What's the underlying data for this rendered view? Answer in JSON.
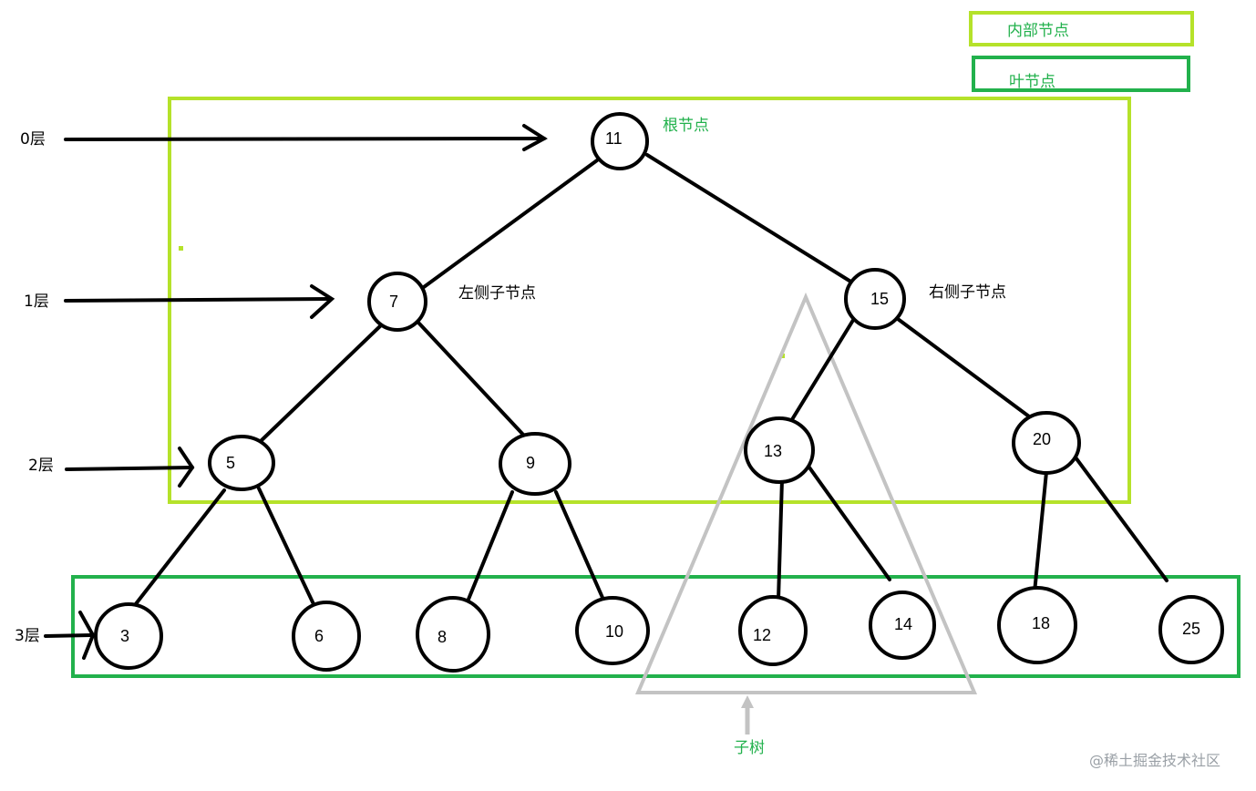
{
  "legend": {
    "internal_label": "内部节点",
    "leaf_label": "叶节点"
  },
  "levels": [
    "0层",
    "1层",
    "2层",
    "3层"
  ],
  "annotations": {
    "root": "根节点",
    "left_child": "左侧子节点",
    "right_child": "右侧子节点",
    "subtree": "子树"
  },
  "nodes": [
    "11",
    "7",
    "15",
    "5",
    "9",
    "13",
    "20",
    "3",
    "6",
    "8",
    "10",
    "12",
    "14",
    "18",
    "25"
  ],
  "colors": {
    "internal_border": "#b5e22a",
    "leaf_border": "#22b14c",
    "subtree_triangle": "#c3c3c3",
    "note_text": "#22b14c",
    "edge": "#000000"
  },
  "watermark": "@稀土掘金技术社区"
}
